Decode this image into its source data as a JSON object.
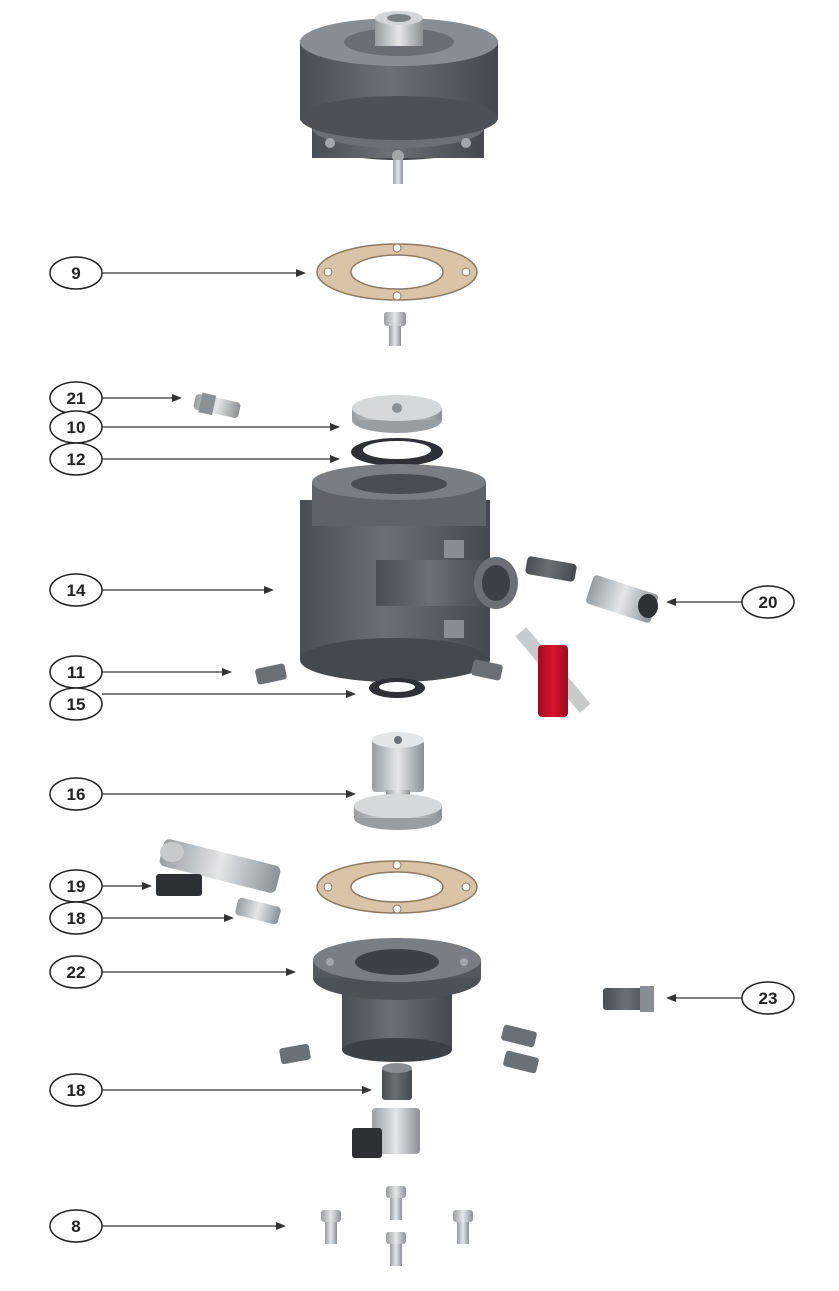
{
  "colors": {
    "part_dark": "#55585c",
    "part_mid": "#7a7d81",
    "part_light": "#a4a7aa",
    "part_highlight": "#c8cacc",
    "metal": "#d6d8da",
    "gasket": "#d9c4a8",
    "handle_red": "#c8102e",
    "callout_stroke": "#222222",
    "leader": "#333333"
  },
  "callouts": [
    {
      "id": "c9",
      "number": "9"
    },
    {
      "id": "c21",
      "number": "21"
    },
    {
      "id": "c10",
      "number": "10"
    },
    {
      "id": "c12",
      "number": "12"
    },
    {
      "id": "c14",
      "number": "14"
    },
    {
      "id": "c20",
      "number": "20"
    },
    {
      "id": "c11",
      "number": "11"
    },
    {
      "id": "c15",
      "number": "15"
    },
    {
      "id": "c16",
      "number": "16"
    },
    {
      "id": "c19",
      "number": "19"
    },
    {
      "id": "c18a",
      "number": "18"
    },
    {
      "id": "c22",
      "number": "22"
    },
    {
      "id": "c23",
      "number": "23"
    },
    {
      "id": "c18b",
      "number": "18"
    },
    {
      "id": "c8",
      "number": "8"
    }
  ]
}
